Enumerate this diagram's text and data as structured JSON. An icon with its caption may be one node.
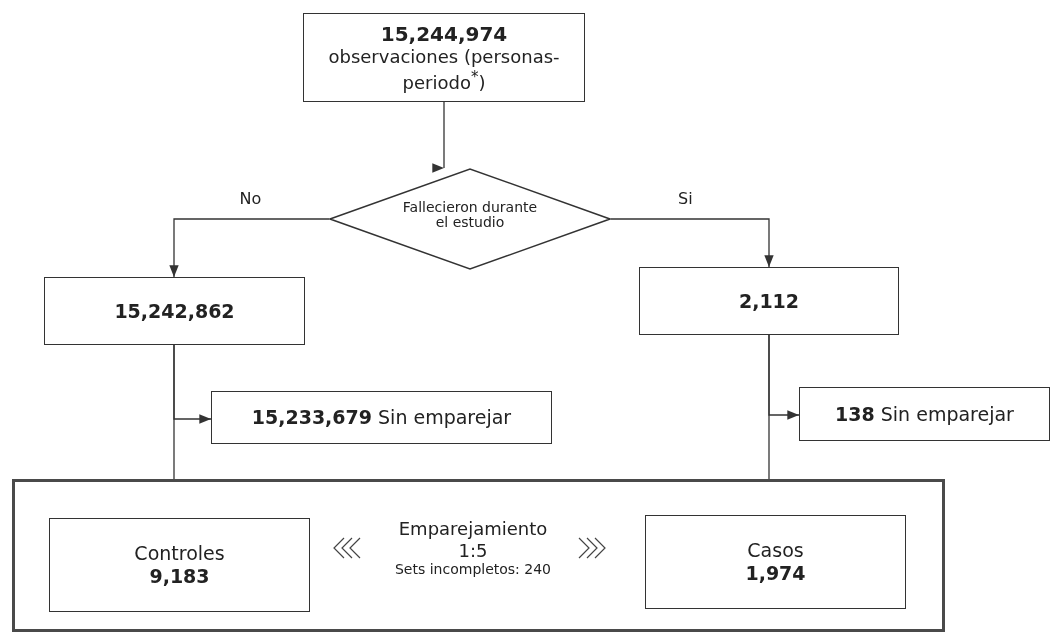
{
  "diagram": {
    "nodes": [
      {
        "text": [
          "15,244,974",
          "observaciones (personas-periodo$^{*}$)"
        ]
      },
      {
        "text": [
          "Fallecieron durante el estudio"
        ]
      },
      {
        "text": [
          "15,242,862"
        ]
      },
      {
        "text": [
          "2,112"
        ]
      },
      {
        "text": [
          "**15,233,679** Sin emparejar"
        ]
      },
      {
        "text": [
          "**138** Sin emparejar"
        ]
      },
      {
        "text": [
          "Emparejamiento 1:5",
          "Sets incompletos: 240"
        ]
      },
      {
        "text": [
          "Controles",
          "9,183"
        ],
        "in": 6
      },
      {
        "text": [
          "Casos",
          "1,974"
        ],
        "in": 6
      }
    ],
    "edges": [
      {
        "from": 0,
        "to": 1,
        "arrow": "to"
      },
      {
        "from": 1,
        "to": 2,
        "arrow": "to",
        "label": "No"
      },
      {
        "from": 1,
        "to": 3,
        "arrow": "to",
        "label": "Si"
      },
      {
        "from": 2,
        "to": 7,
        "arrow": "to"
      },
      {
        "from": 2,
        "to": 4,
        "arrow": "to"
      },
      {
        "from": 3,
        "to": 8,
        "arrow": "to"
      },
      {
        "from": 3,
        "to": 5,
        "arrow": "to"
      }
    ]
  }
}
